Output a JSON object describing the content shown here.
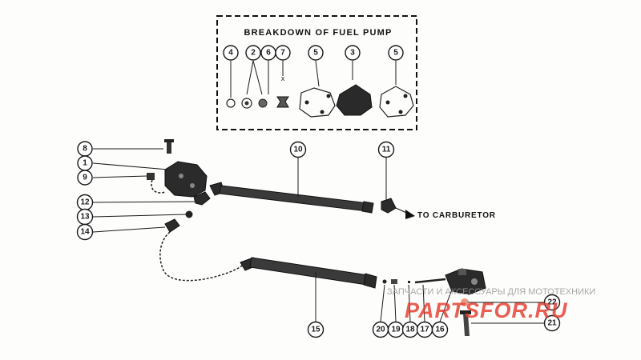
{
  "breakdown_box": {
    "title": "BREAKDOWN OF FUEL PUMP",
    "callouts": [
      "4",
      "2",
      "6",
      "7",
      "5",
      "3",
      "5"
    ]
  },
  "callouts": [
    "8",
    "1",
    "9",
    "12",
    "13",
    "14",
    "10",
    "11",
    "15",
    "20",
    "19",
    "18",
    "17",
    "16",
    "22",
    "21"
  ],
  "to_carburetor_label": "TO CARBURETOR",
  "watermark": {
    "tagline": "ЗАПЧАСТИ И АКСЕССУАРЫ ДЛЯ МОТОТЕХНИКИ",
    "logo": "PARTSFOR.RU"
  }
}
